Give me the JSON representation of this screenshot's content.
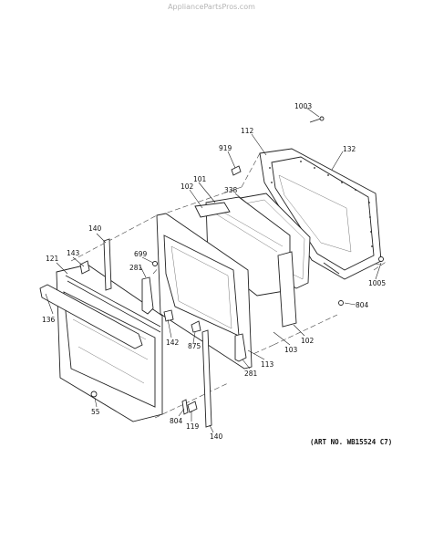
{
  "watermark": "AppliancePartsPros.com",
  "art_number": "(ART NO. WB15524 C7)",
  "callouts": [
    {
      "id": "c1003",
      "label": "1003"
    },
    {
      "id": "c112",
      "label": "112"
    },
    {
      "id": "c132",
      "label": "132"
    },
    {
      "id": "c919",
      "label": "919"
    },
    {
      "id": "c101",
      "label": "101"
    },
    {
      "id": "c102a",
      "label": "102"
    },
    {
      "id": "c338",
      "label": "338"
    },
    {
      "id": "c140a",
      "label": "140"
    },
    {
      "id": "c143",
      "label": "143"
    },
    {
      "id": "c699",
      "label": "699"
    },
    {
      "id": "c121",
      "label": "121"
    },
    {
      "id": "c281a",
      "label": "281"
    },
    {
      "id": "c1005",
      "label": "1005"
    },
    {
      "id": "c804a",
      "label": "804"
    },
    {
      "id": "c136",
      "label": "136"
    },
    {
      "id": "c142",
      "label": "142"
    },
    {
      "id": "c875",
      "label": "875"
    },
    {
      "id": "c102b",
      "label": "102"
    },
    {
      "id": "c103",
      "label": "103"
    },
    {
      "id": "c113",
      "label": "113"
    },
    {
      "id": "c281b",
      "label": "281"
    },
    {
      "id": "c55",
      "label": "55"
    },
    {
      "id": "c804b",
      "label": "804"
    },
    {
      "id": "c119",
      "label": "119"
    },
    {
      "id": "c140b",
      "label": "140"
    }
  ]
}
